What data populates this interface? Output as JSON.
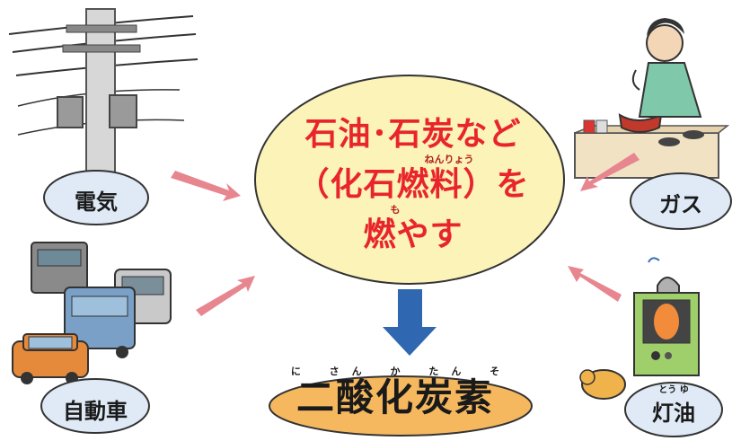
{
  "center": {
    "line1": "石油･石炭など",
    "ruby_kaseki": "ねんりょう",
    "line2": "（化石燃料）を",
    "ruby_moyasu": "も",
    "line3": "燃やす"
  },
  "result": {
    "ruby": "に さん か たん そ",
    "label": "二酸化炭素"
  },
  "sources": {
    "electricity": "電気",
    "car": "自動車",
    "gas": "ガス",
    "kerosene": "灯油",
    "kerosene_ruby": "とう ゆ"
  },
  "colors": {
    "center_fill": "#fbf3b8",
    "center_text": "#e8252c",
    "result_fill": "#f6b85e",
    "label_fill": "#dfeaf6",
    "arrow_pink": "#e7868f",
    "arrow_blue": "#2f67b1"
  }
}
